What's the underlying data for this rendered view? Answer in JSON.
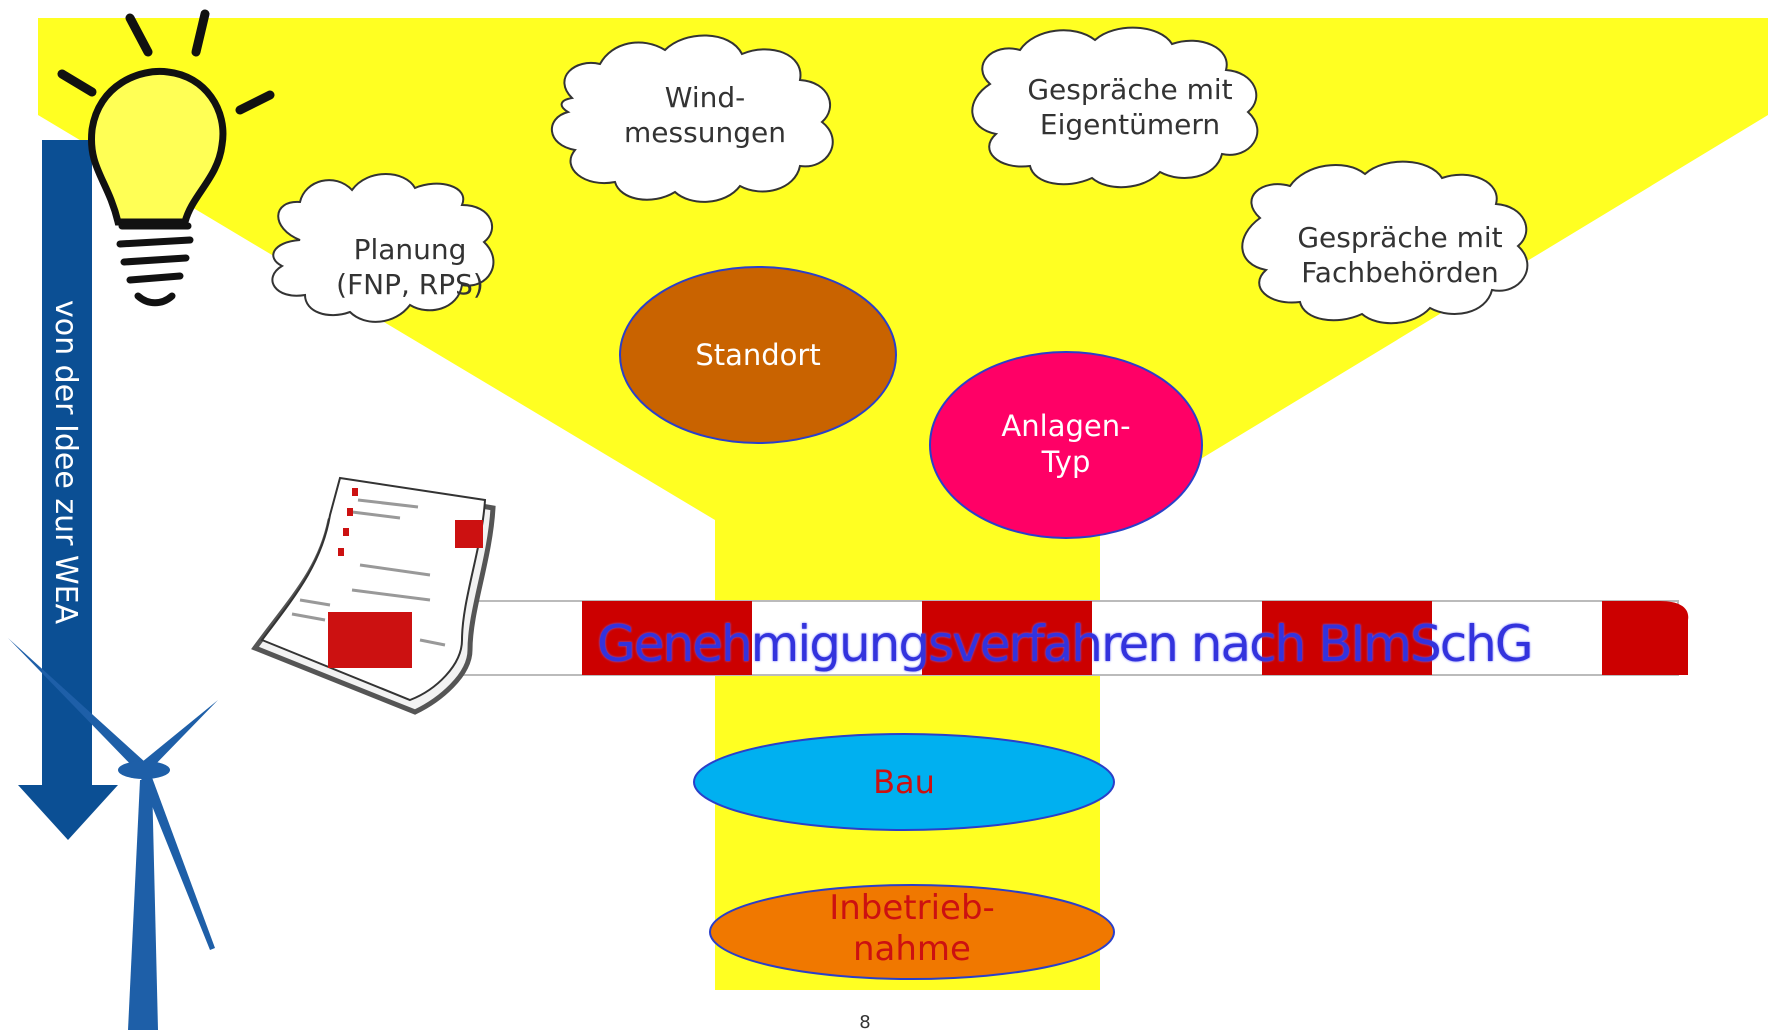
{
  "diagram": {
    "side_arrow": {
      "label": "von der Idee zur WEA",
      "color": "#0b4f94"
    },
    "clouds": [
      {
        "id": "planung",
        "label": "Planung\n(FNP, RPS)"
      },
      {
        "id": "wind",
        "label": "Wind-\nmessungen"
      },
      {
        "id": "eigentuemer",
        "label": "Gespräche mit\nEigentümern"
      },
      {
        "id": "fachbehoerden",
        "label": "Gespräche mit\nFachbehörden"
      }
    ],
    "ellipses": [
      {
        "id": "standort",
        "label": "Standort",
        "fill": "#c96300",
        "text_color": "#ffffff"
      },
      {
        "id": "anlagentyp",
        "label": "Anlagen-\nTyp",
        "fill": "#ff0066",
        "text_color": "#ffffff"
      },
      {
        "id": "bau",
        "label": "Bau",
        "fill": "#00b0f0",
        "text_color": "#cc1111"
      },
      {
        "id": "inbetriebnahme",
        "label": "Inbetrieb-\nnahme",
        "fill": "#f07800",
        "text_color": "#cc1111"
      }
    ],
    "barrier": {
      "label": "Genehmigungsverfahren nach BImSchG",
      "red": "#cc0000",
      "white": "#ffffff"
    },
    "funnel_color": "#ffff22",
    "page_number": "8"
  }
}
